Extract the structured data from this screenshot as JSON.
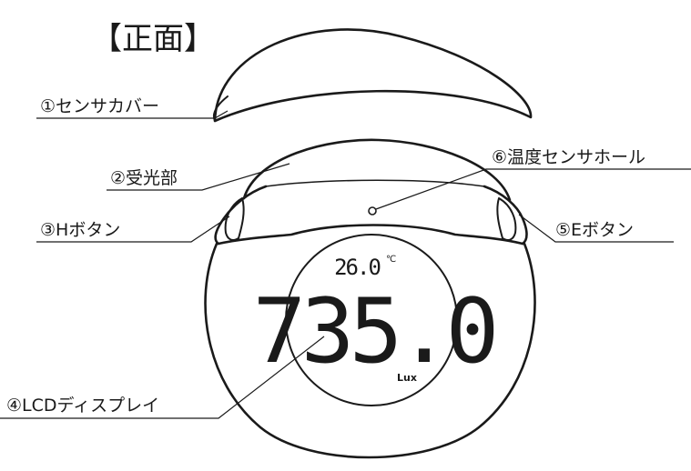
{
  "title": "【正面】",
  "labels": {
    "sensor_cover": "①センサカバー",
    "light_receiver": "②受光部",
    "h_button": "③Hボタン",
    "lcd_display": "④LCDディスプレイ",
    "e_button": "⑤Eボタン",
    "temp_sensor_hole": "⑥温度センサホール"
  },
  "display": {
    "temperature": "26.0",
    "temperature_unit": "℃",
    "lux_value": "735.0",
    "lux_unit": "Lux"
  }
}
